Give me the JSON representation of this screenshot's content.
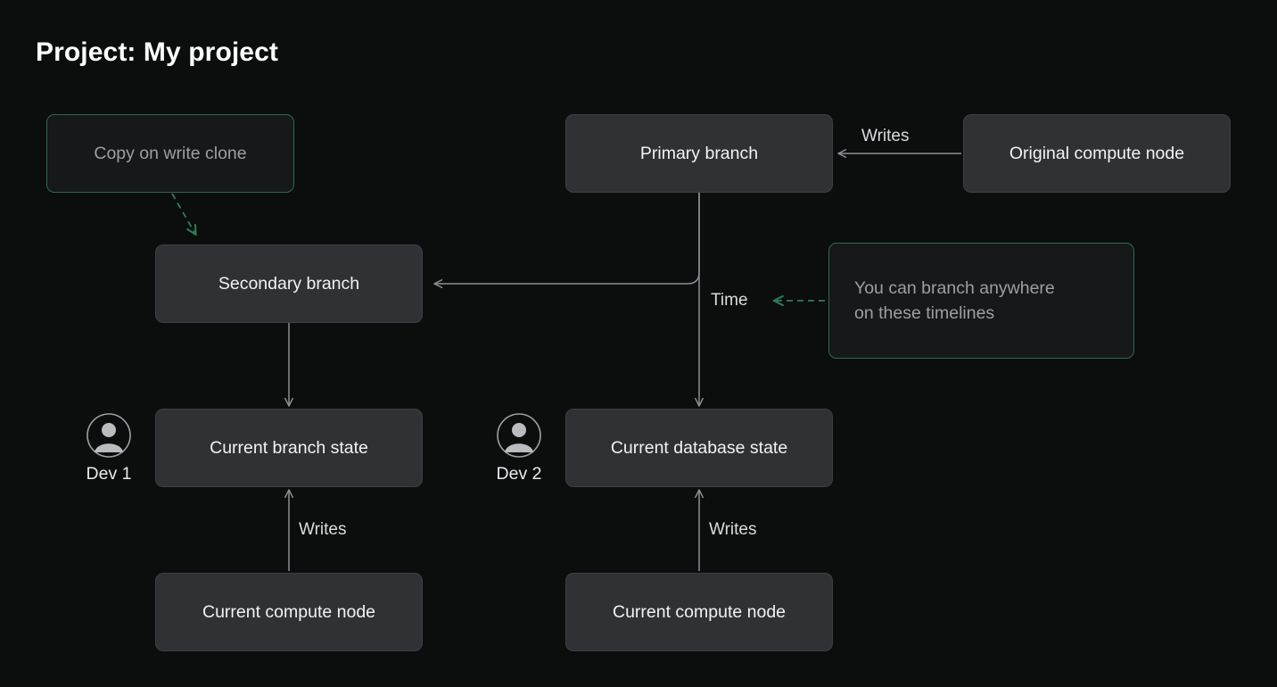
{
  "page": {
    "title": "Project: My project",
    "background_color": "#0c0d0d",
    "node_fill_color": "#2f3235",
    "annotation_border_color": "#2d6a4f",
    "edge_color": "#8c9094",
    "accent_color": "#2e7d5b"
  },
  "nodes": {
    "primary_branch": "Primary branch",
    "original_compute_node": "Original compute node",
    "secondary_branch": "Secondary branch",
    "current_branch_state": "Current branch state",
    "current_database_state": "Current database state",
    "current_compute_node_left": "Current compute node",
    "current_compute_node_right": "Current compute node"
  },
  "annotations": {
    "copy_on_write": "Copy on write clone",
    "branch_anywhere_line1": "You can branch anywhere",
    "branch_anywhere_line2": "on these timelines"
  },
  "edge_labels": {
    "writes_top": "Writes",
    "writes_left": "Writes",
    "writes_right": "Writes",
    "time": "Time"
  },
  "actors": [
    {
      "name": "Dev 1",
      "icon": "user-avatar-icon"
    },
    {
      "name": "Dev 2",
      "icon": "user-avatar-icon"
    }
  ]
}
